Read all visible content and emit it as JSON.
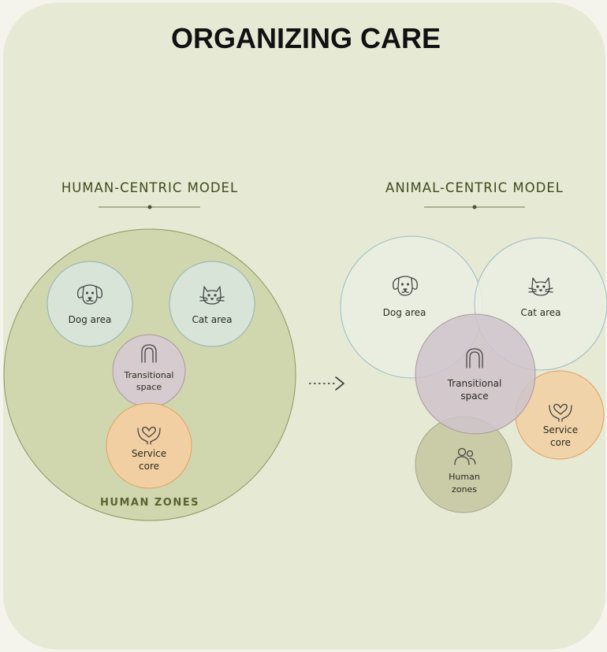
{
  "title": "ORGANIZING CARE",
  "colors": {
    "panel": "#e6e9d4",
    "human_zones": "#c8d0a2",
    "dog_cat": "#d8e4d8",
    "transitional": "#d6cbcf",
    "service": "#f2cfa2",
    "human_zone_circle": "#c5c9a2",
    "heading": "#3f4a1f"
  },
  "human_centric": {
    "heading": "HUMAN-CENTRIC MODEL",
    "zones_label": "HUMAN ZONES",
    "dog": "Dog area",
    "cat": "Cat area",
    "transitional": [
      "Transitional",
      "space"
    ],
    "service": [
      "Service",
      "core"
    ]
  },
  "animal_centric": {
    "heading": "ANIMAL-CENTRIC MODEL",
    "dog": "Dog area",
    "cat": "Cat area",
    "transitional": [
      "Transitional",
      "space"
    ],
    "service": [
      "Service",
      "core"
    ],
    "human": [
      "Human",
      "zones"
    ]
  },
  "icons": [
    "dog-icon",
    "cat-icon",
    "arch-door-icon",
    "heart-hands-icon",
    "people-icon",
    "arrow-right-icon"
  ]
}
